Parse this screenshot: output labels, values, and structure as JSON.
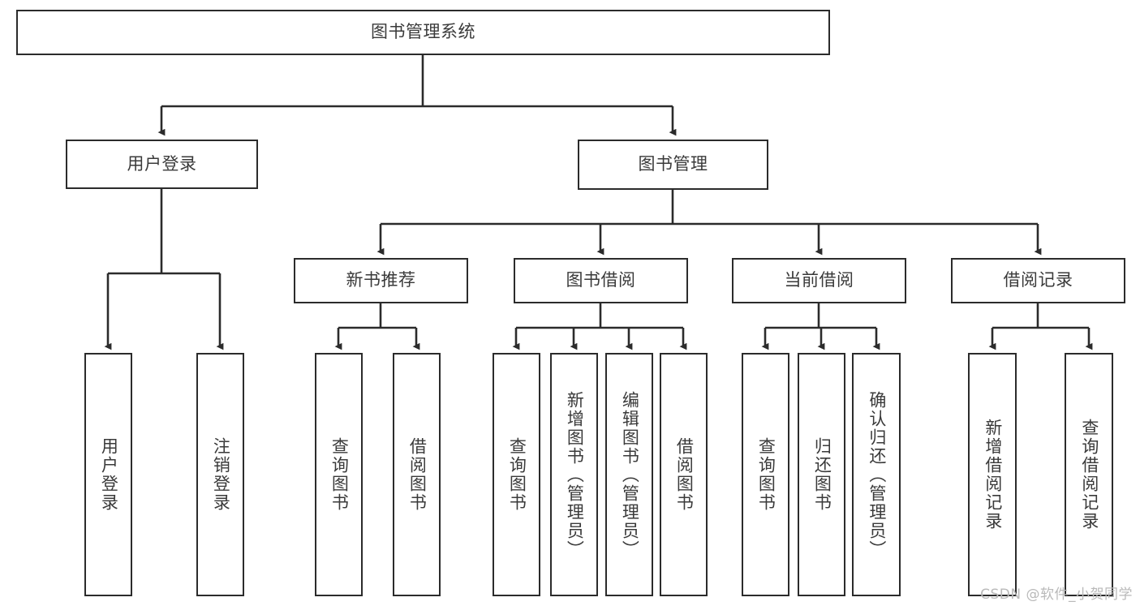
{
  "diagram": {
    "title": "图书管理系统",
    "type": "tree-hierarchy-diagram",
    "theme": {
      "stroke": "#2b2b2b",
      "box_fill": "#ffffff",
      "text": "#3a3a3a",
      "background": "#ffffff",
      "watermark_color": "#b9b9b9"
    },
    "root": {
      "id": "root",
      "label": "图书管理系统",
      "orientation": "horizontal"
    },
    "level2": [
      {
        "id": "user-login",
        "label": "用户登录",
        "orientation": "horizontal"
      },
      {
        "id": "book-management",
        "label": "图书管理",
        "orientation": "horizontal"
      }
    ],
    "level3": [
      {
        "id": "new-book-recommend",
        "label": "新书推荐",
        "orientation": "horizontal",
        "parent": "book-management"
      },
      {
        "id": "book-borrow",
        "label": "图书借阅",
        "orientation": "horizontal",
        "parent": "book-management"
      },
      {
        "id": "current-borrow",
        "label": "当前借阅",
        "orientation": "horizontal",
        "parent": "book-management"
      },
      {
        "id": "borrow-record",
        "label": "借阅记录",
        "orientation": "horizontal",
        "parent": "book-management"
      }
    ],
    "leaves": {
      "user-login": [
        {
          "id": "leaf-user-login",
          "label": "用户登录"
        },
        {
          "id": "leaf-logout-login",
          "label": "注销登录"
        }
      ],
      "new-book-recommend": [
        {
          "id": "leaf-query-book-1",
          "label": "查询图书"
        },
        {
          "id": "leaf-borrow-book-1",
          "label": "借阅图书"
        }
      ],
      "book-borrow": [
        {
          "id": "leaf-query-book-2",
          "label": "查询图书"
        },
        {
          "id": "leaf-add-book",
          "label": "新增图书（管理员）"
        },
        {
          "id": "leaf-edit-book",
          "label": "编辑图书（管理员）"
        },
        {
          "id": "leaf-borrow-book-2",
          "label": "借阅图书"
        }
      ],
      "current-borrow": [
        {
          "id": "leaf-query-book-3",
          "label": "查询图书"
        },
        {
          "id": "leaf-return-book",
          "label": "归还图书"
        },
        {
          "id": "leaf-confirm-return",
          "label": "确认归还（管理员）"
        }
      ],
      "borrow-record": [
        {
          "id": "leaf-add-record",
          "label": "新增借阅记录"
        },
        {
          "id": "leaf-query-record",
          "label": "查询借阅记录"
        }
      ]
    }
  },
  "watermark": {
    "text": "CSDN @软件_小贺同学"
  }
}
